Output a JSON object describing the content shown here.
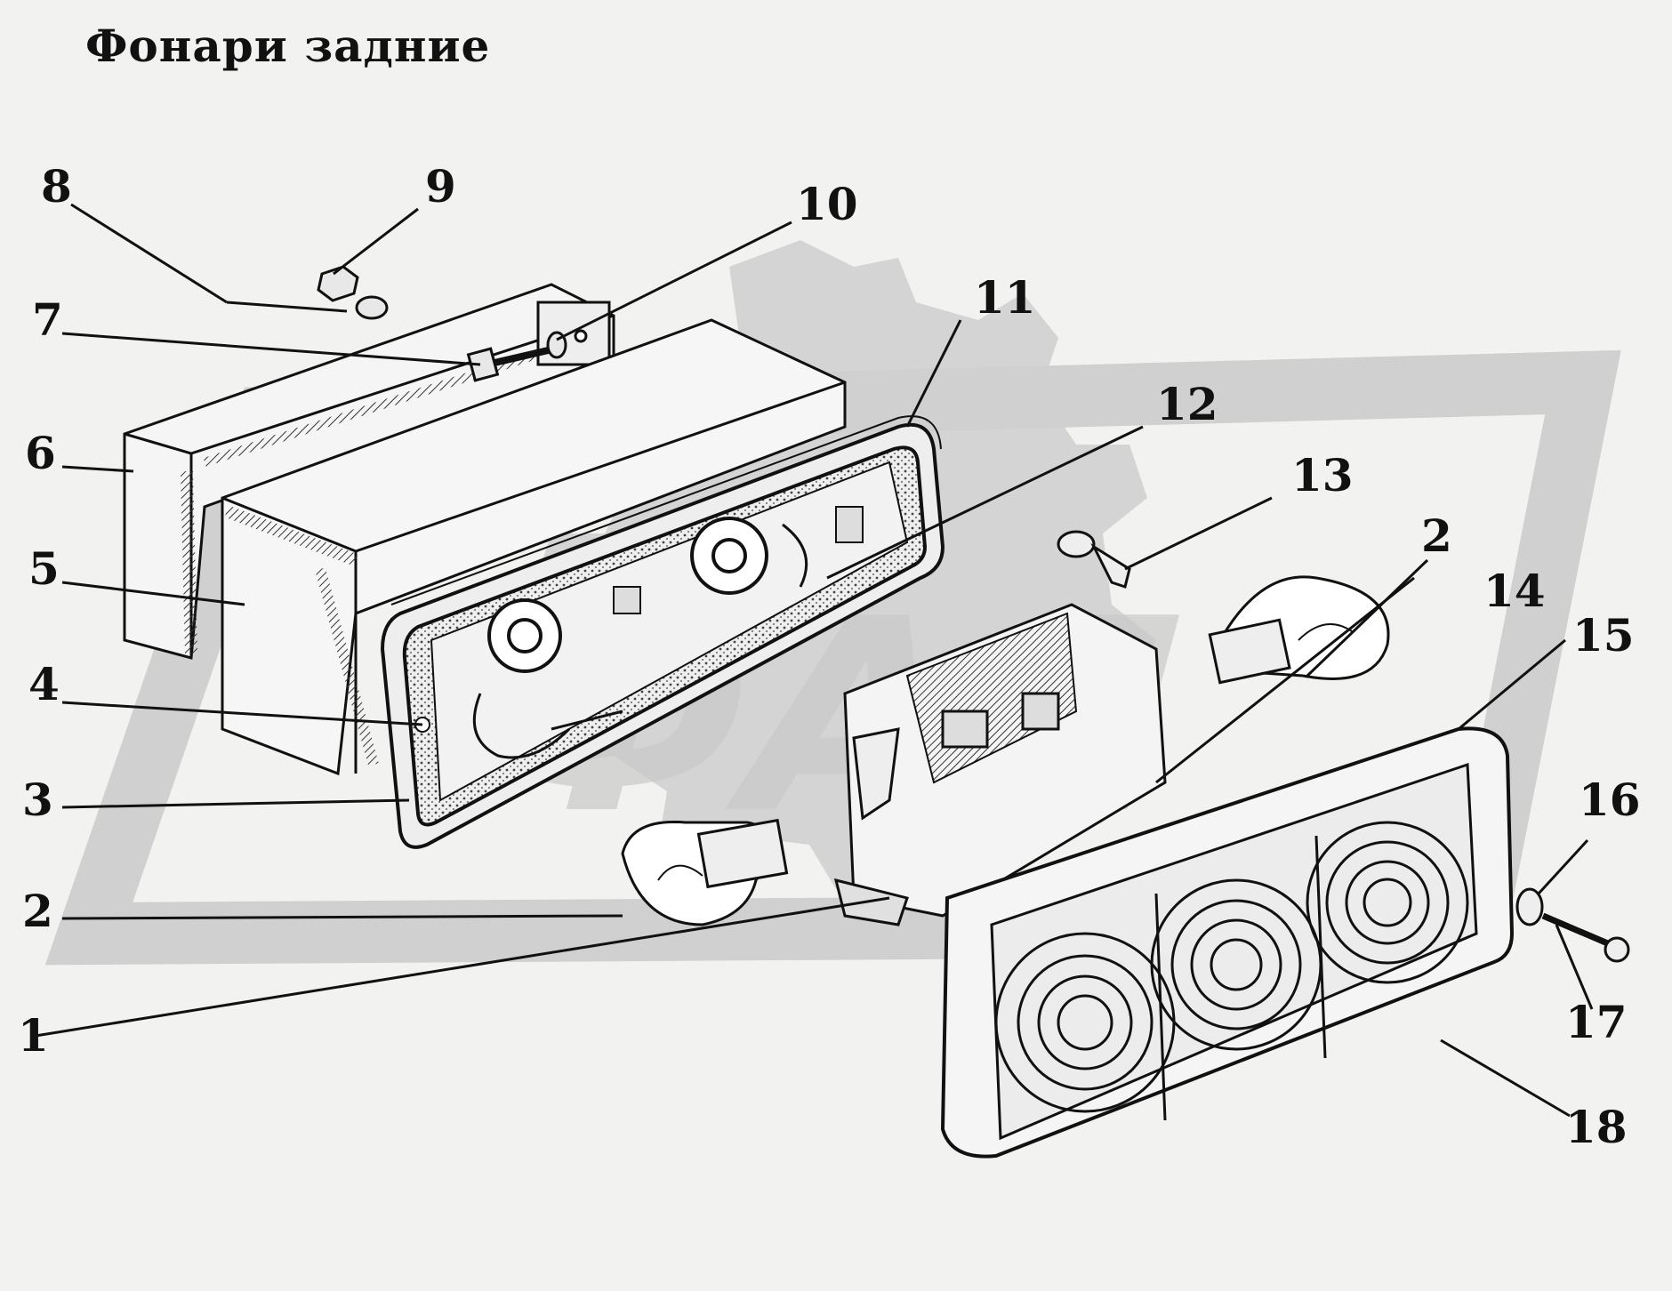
{
  "title": "Фонари задние",
  "watermark": {
    "text": "ФАЛ",
    "color": "#c8c8c8"
  },
  "callouts": [
    {
      "id": "c1",
      "text": "1"
    },
    {
      "id": "c2a",
      "text": "2"
    },
    {
      "id": "c2b",
      "text": "2"
    },
    {
      "id": "c3",
      "text": "3"
    },
    {
      "id": "c4",
      "text": "4"
    },
    {
      "id": "c5",
      "text": "5"
    },
    {
      "id": "c6",
      "text": "6"
    },
    {
      "id": "c7",
      "text": "7"
    },
    {
      "id": "c8",
      "text": "8"
    },
    {
      "id": "c9",
      "text": "9"
    },
    {
      "id": "c10",
      "text": "10"
    },
    {
      "id": "c11",
      "text": "11"
    },
    {
      "id": "c12",
      "text": "12"
    },
    {
      "id": "c13",
      "text": "13"
    },
    {
      "id": "c14",
      "text": "14"
    },
    {
      "id": "c15",
      "text": "15"
    },
    {
      "id": "c16",
      "text": "16"
    },
    {
      "id": "c17",
      "text": "17"
    },
    {
      "id": "c18",
      "text": "18"
    }
  ]
}
